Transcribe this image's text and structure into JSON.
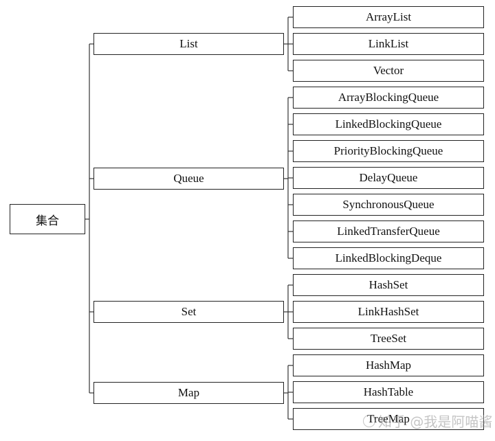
{
  "root": {
    "label": "集合"
  },
  "categories": [
    {
      "label": "List",
      "children": [
        "ArrayList",
        "LinkList",
        "Vector"
      ]
    },
    {
      "label": "Queue",
      "children": [
        "ArrayBlockingQueue",
        "LinkedBlockingQueue",
        "PriorityBlockingQueue",
        "DelayQueue",
        "SynchronousQueue",
        "LinkedTransferQueue",
        "LinkedBlockingDeque"
      ]
    },
    {
      "label": "Set",
      "children": [
        "HashSet",
        "LinkHashSet",
        "TreeSet"
      ]
    },
    {
      "label": "Map",
      "children": [
        "HashMap",
        "HashTable",
        "TreeMap"
      ]
    }
  ],
  "watermark": "知乎 @我是阿喵酱"
}
